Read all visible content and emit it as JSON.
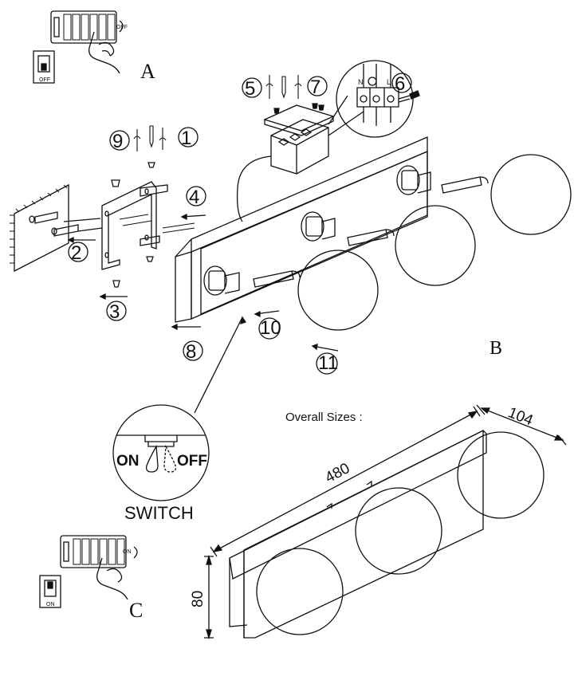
{
  "sections": {
    "a": "A",
    "b": "B",
    "c": "C"
  },
  "breaker": {
    "off_label": "OFF",
    "on_label": "ON",
    "off_icon": "breaker-off-icon",
    "on_icon": "breaker-on-icon"
  },
  "steps": [
    "1",
    "2",
    "3",
    "4",
    "5",
    "6",
    "7",
    "8",
    "9",
    "10",
    "11"
  ],
  "terminal_labels": [
    "N",
    "L"
  ],
  "switch_detail": {
    "on_label": "ON",
    "off_label": "OFF",
    "caption": "SWITCH"
  },
  "sizes": {
    "title": "Overall Sizes :",
    "width": "480",
    "depth": "104",
    "height": "80"
  },
  "colors": {
    "line": "#111111",
    "background": "#ffffff"
  }
}
